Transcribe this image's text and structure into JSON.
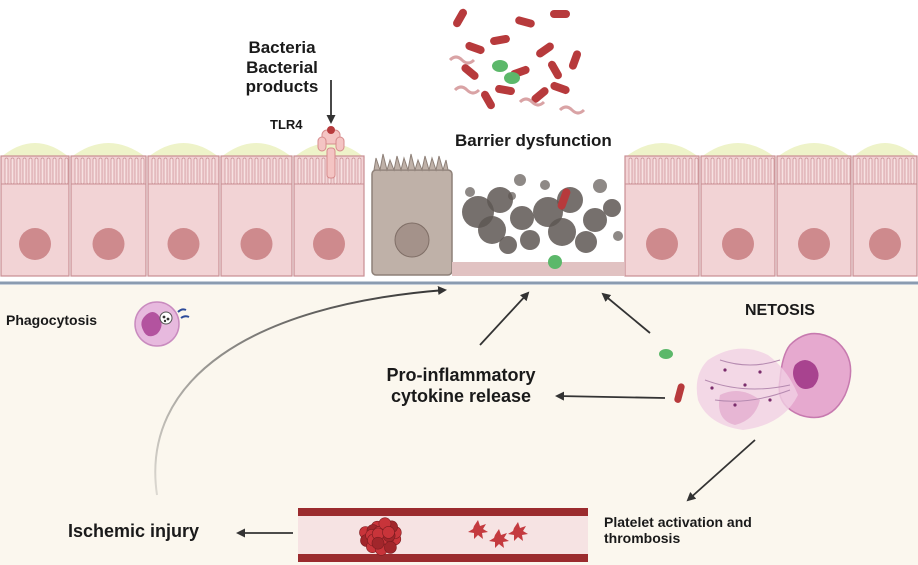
{
  "labels": {
    "bacteria": "Bacteria Bacterial products",
    "tlr4": "TLR4",
    "barrier": "Barrier dysfunction",
    "phagocytosis": "Phagocytosis",
    "netosis": "NETOSIS",
    "cytokine": "Pro-inflammatory cytokine release",
    "ischemic": "Ischemic injury",
    "platelet": "Platelet activation and thrombosis"
  },
  "colors": {
    "cell_fill": "#f2d3d5",
    "cell_stroke": "#c98e93",
    "nucleus": "#c87c80",
    "mucus": "#eef3c9",
    "lumen_bottom": "#fbf7ee",
    "membrane": "#8a9bb0",
    "damaged_cell": "#bfb1a8",
    "debris": "#5e5753",
    "bacteria": "#b73a3c",
    "bacteria_green": "#5cb86a",
    "vessel": "#9b2b2e",
    "vessel_inner": "#f6e3e3",
    "arrow": "#333333"
  },
  "icons": [
    "bacteria-icon",
    "tlr4-receptor-icon",
    "phagocyte-icon",
    "neutrophil-net-icon",
    "blood-clot-icon",
    "platelet-icon"
  ]
}
